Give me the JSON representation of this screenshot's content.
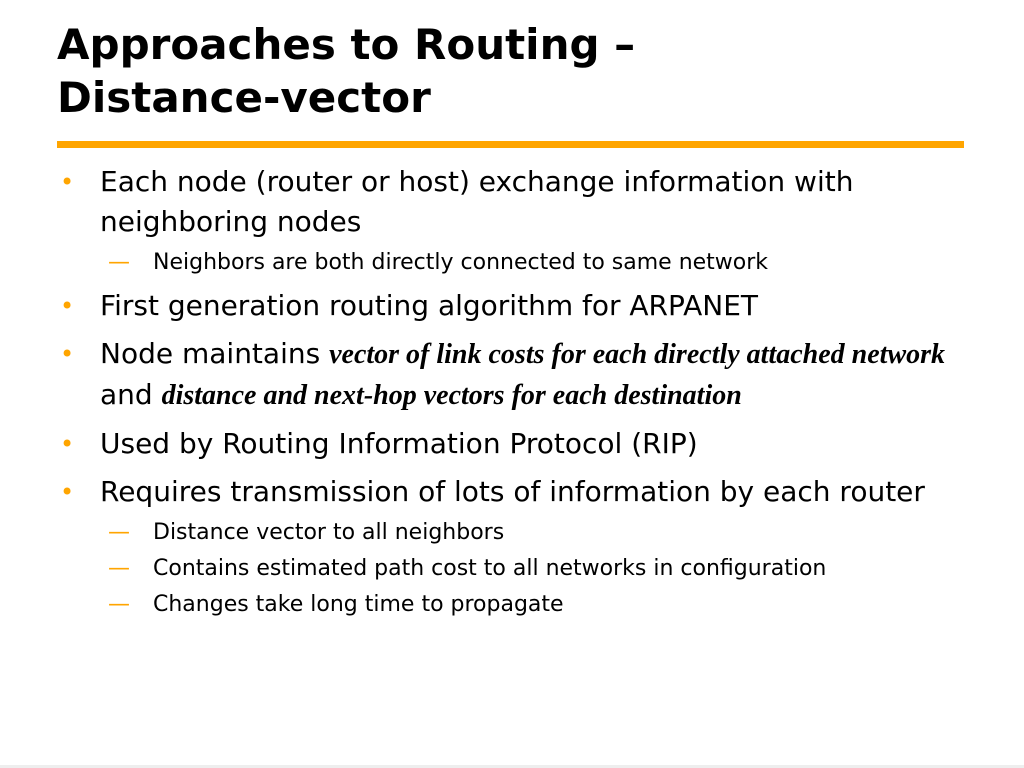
{
  "slide": {
    "title_line1": "Approaches to Routing –",
    "title_line2": "Distance-vector",
    "bullet_symbol": "•",
    "dash_symbol": "—",
    "accent_color": "#ffa500",
    "bullets": [
      {
        "text": "Each node (router or host) exchange information with neighboring nodes",
        "subs": [
          "Neighbors are both directly connected to same network"
        ]
      },
      {
        "text": "First generation routing algorithm for ARPANET",
        "subs": []
      },
      {
        "parts": [
          {
            "text": "Node maintains ",
            "emphasis": false
          },
          {
            "text": "vector of link costs for each directly attached network",
            "emphasis": true
          },
          {
            "text": " and ",
            "emphasis": false
          },
          {
            "text": "distance and next-hop vectors for each destination",
            "emphasis": true
          }
        ],
        "subs": []
      },
      {
        "text": "Used by Routing Information Protocol (RIP)",
        "subs": []
      },
      {
        "text": "Requires transmission of lots of information by each router",
        "subs": [
          "Distance vector to all neighbors",
          "Contains estimated path cost to all networks in configuration",
          "Changes take long time to propagate"
        ]
      }
    ]
  }
}
